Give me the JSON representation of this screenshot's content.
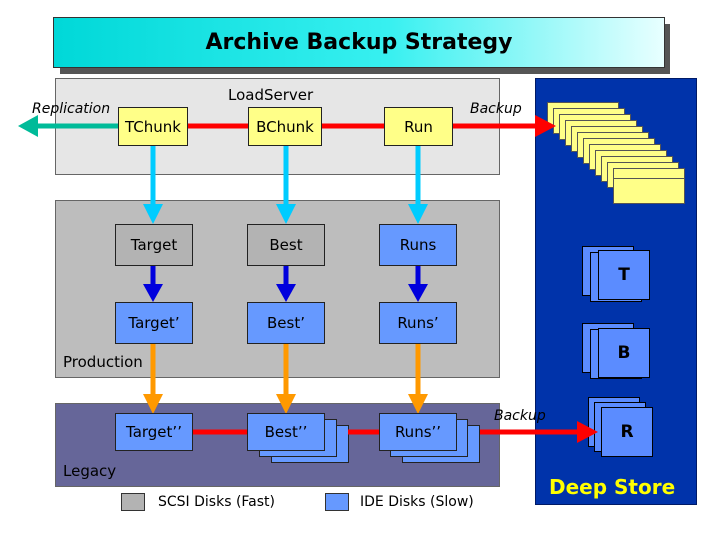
{
  "title": "Archive Backup Strategy",
  "regions": {
    "loadserver": "LoadServer",
    "production": "Production",
    "legacy": "Legacy",
    "deep_store": "Deep Store"
  },
  "loadserver_boxes": [
    "TChunk",
    "BChunk",
    "Run"
  ],
  "production_row1": [
    "Target",
    "Best",
    "Runs"
  ],
  "production_row2": [
    "Target’",
    "Best’",
    "Runs’"
  ],
  "legacy_boxes": [
    "Target’’",
    "Best’’",
    "Runs’’"
  ],
  "deep_store_cards": [
    "T",
    "B",
    "R"
  ],
  "arrow_labels": {
    "replication": "Replication",
    "backup_top": "Backup",
    "backup_bottom": "Backup"
  },
  "legend": {
    "scsi": "SCSI Disks (Fast)",
    "ide": "IDE Disks (Slow)"
  },
  "colors": {
    "replication_arrow": "#00bb99",
    "backup_arrow": "#ff0000",
    "loadserver_to_production": "#00ccff",
    "production_internal": "#0000dd",
    "production_to_legacy": "#ff9900"
  }
}
